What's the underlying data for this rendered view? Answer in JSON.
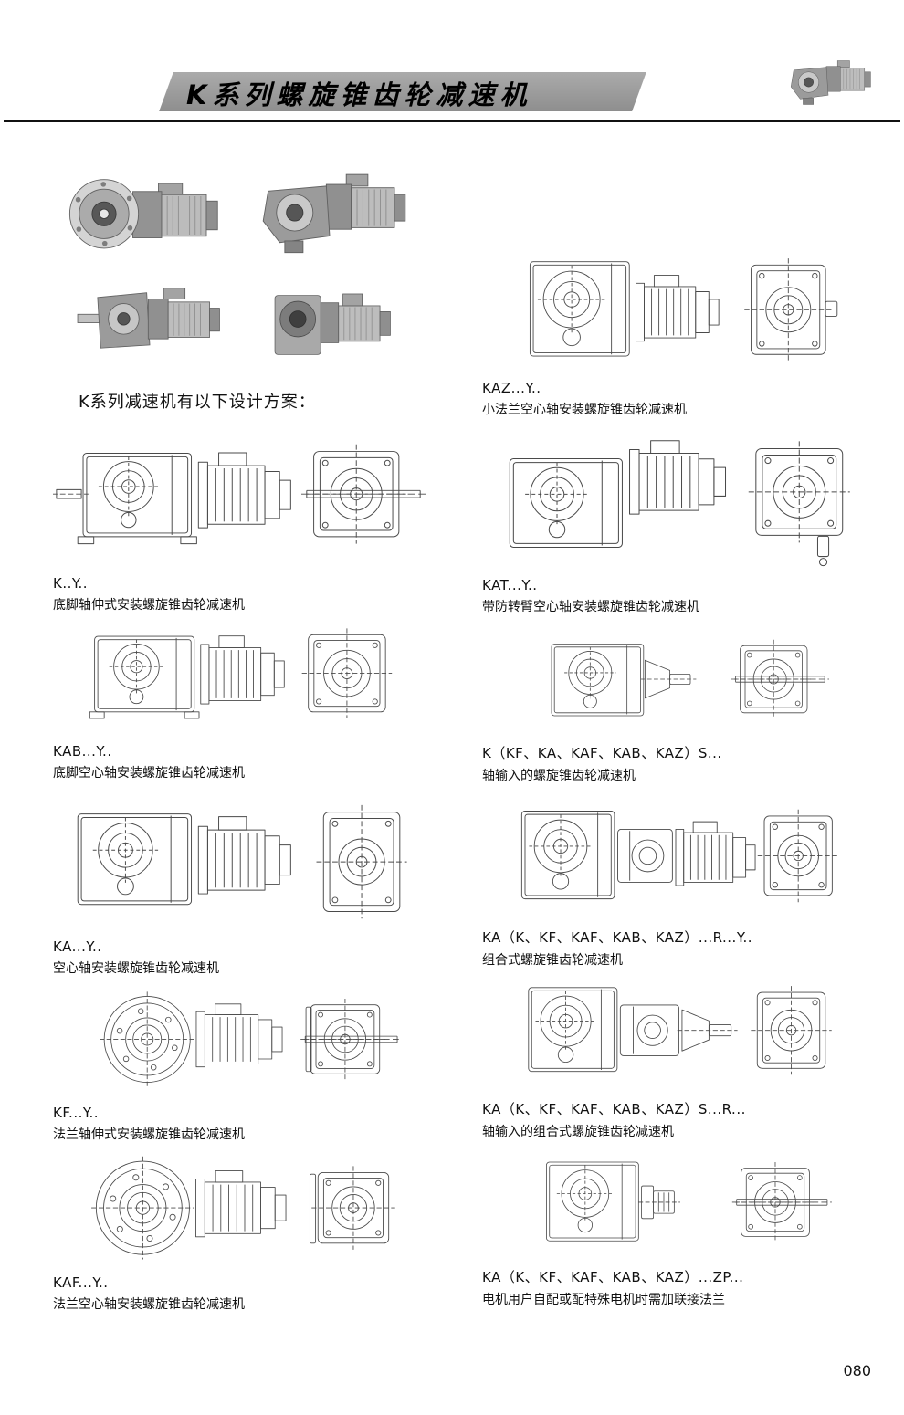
{
  "header": {
    "title": "K系列螺旋锥齿轮减速机",
    "photo": {
      "variant": "B",
      "name": "k-series-gearmotor-photo"
    }
  },
  "intro": "K系列减速机有以下设计方案：",
  "page_number": "080",
  "photos": [
    {
      "variant": "A",
      "name": "gearmotor-photo-flange-front"
    },
    {
      "variant": "B",
      "name": "gearmotor-photo-angled"
    },
    {
      "variant": "C",
      "name": "gearmotor-photo-shaft-side"
    },
    {
      "variant": "D",
      "name": "gearmotor-photo-vertical"
    }
  ],
  "left_entries": [
    {
      "code": "K..Y..",
      "desc": "底脚轴伸式安装螺旋锥齿轮减速机",
      "diagram": "v1"
    },
    {
      "code": "KAB...Y..",
      "desc": "底脚空心轴安装螺旋锥齿轮减速机",
      "diagram": "v2"
    },
    {
      "code": "KA...Y..",
      "desc": "空心轴安装螺旋锥齿轮减速机",
      "diagram": "v3"
    },
    {
      "code": "KF...Y..",
      "desc": "法兰轴伸式安装螺旋锥齿轮减速机",
      "diagram": "v4"
    },
    {
      "code": "KAF...Y..",
      "desc": "法兰空心轴安装螺旋锥齿轮减速机",
      "diagram": "v5"
    }
  ],
  "right_entries": [
    {
      "code": "KAZ...Y..",
      "desc": "小法兰空心轴安装螺旋锥齿轮减速机",
      "diagram": "r1"
    },
    {
      "code": "KAT...Y..",
      "desc": "带防转臂空心轴安装螺旋锥齿轮减速机",
      "diagram": "r2"
    },
    {
      "code": "K（KF、KA、KAF、KAB、KAZ）S...",
      "desc": "轴输入的螺旋锥齿轮减速机",
      "diagram": "r3"
    },
    {
      "code": "KA（K、KF、KAF、KAB、KAZ）...R...Y..",
      "desc": "组合式螺旋锥齿轮减速机",
      "diagram": "r4"
    },
    {
      "code": "KA（K、KF、KAF、KAB、KAZ）S...R...",
      "desc": "轴输入的组合式螺旋锥齿轮减速机",
      "diagram": "r5"
    },
    {
      "code": "KA（K、KF、KAF、KAB、KAZ）...ZP...",
      "desc": "电机用户自配或配特殊电机时需加联接法兰",
      "diagram": "r6"
    }
  ]
}
